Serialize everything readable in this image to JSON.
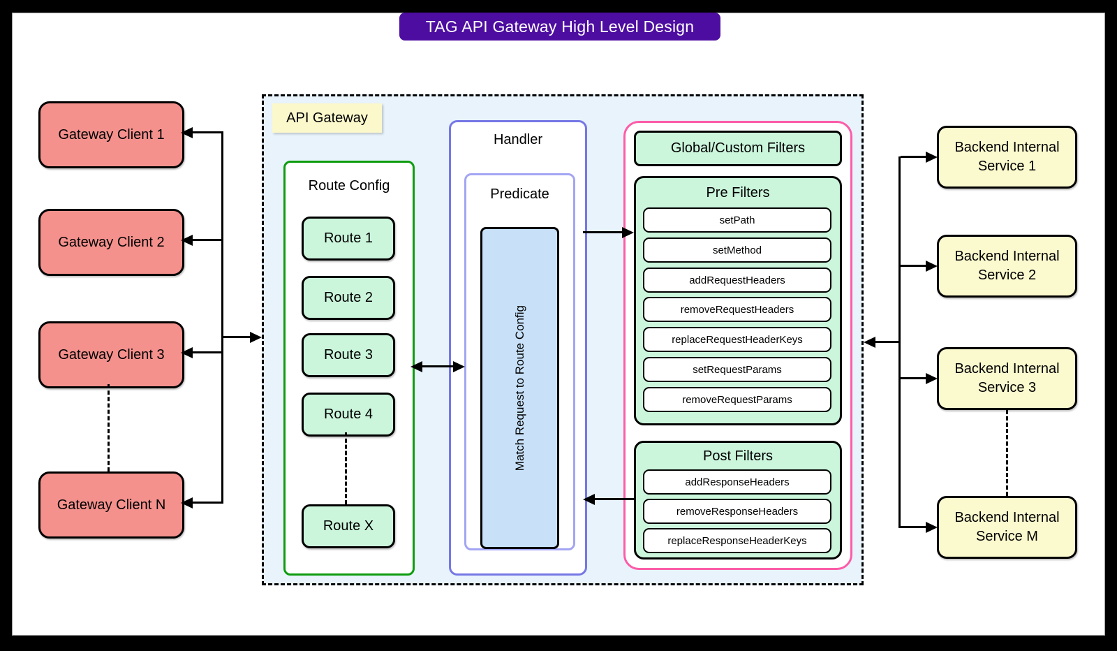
{
  "title": "TAG API Gateway High Level Design",
  "clients": [
    "Gateway Client 1",
    "Gateway Client 2",
    "Gateway Client 3",
    "Gateway Client N"
  ],
  "gateway": {
    "label": "API Gateway",
    "route_config": {
      "title": "Route Config",
      "routes": [
        "Route 1",
        "Route 2",
        "Route 3",
        "Route 4",
        "Route X"
      ]
    },
    "handler": {
      "title": "Handler",
      "predicate": {
        "title": "Predicate",
        "match_label": "Match Request to Route Config"
      }
    },
    "filters": {
      "global_label": "Global/Custom Filters",
      "pre": {
        "title": "Pre Filters",
        "items": [
          "setPath",
          "setMethod",
          "addRequestHeaders",
          "removeRequestHeaders",
          "replaceRequestHeaderKeys",
          "setRequestParams",
          "removeRequestParams"
        ]
      },
      "post": {
        "title": "Post Filters",
        "items": [
          "addResponseHeaders",
          "removeResponseHeaders",
          "replaceResponseHeaderKeys"
        ]
      }
    }
  },
  "backends": [
    "Backend Internal Service 1",
    "Backend Internal Service 2",
    "Backend Internal Service 3",
    "Backend Internal Service M"
  ],
  "colors": {
    "title_bg": "#4D0DA0",
    "client_fill": "#F5918D",
    "gateway_bg": "#E8F3FC",
    "gateway_label_fill": "#FBF8CC",
    "route_config_border": "#0E9C0E",
    "route_fill": "#CBF6DC",
    "handler_border": "#7577E5",
    "predicate_border": "#A3A5F3",
    "match_fill": "#C8E1F8",
    "filters_border": "#FC5CA8",
    "filter_fill": "#CBF6DC",
    "backend_fill": "#FBF9CE"
  }
}
